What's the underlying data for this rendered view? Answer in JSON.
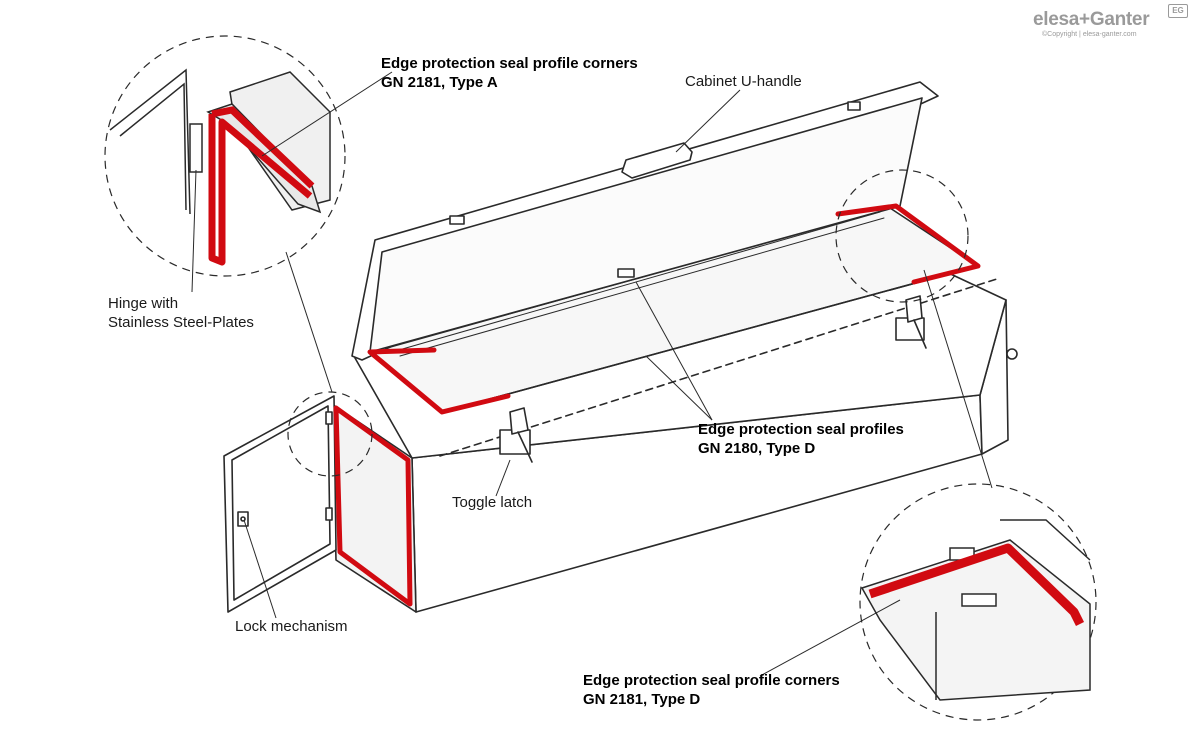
{
  "brand": {
    "name": "elesa+Ganter",
    "badge": "EG",
    "copyright": "©Copyright | elesa-ganter.com"
  },
  "labels": {
    "corners_a_line1": "Edge protection seal profile corners",
    "corners_a_line2": "GN 2181, Type A",
    "handle": "Cabinet U-handle",
    "hinge_line1": "Hinge with",
    "hinge_line2": "Stainless Steel-Plates",
    "profiles_line1": "Edge protection seal profiles",
    "profiles_line2": "GN 2180, Type D",
    "toggle": "Toggle latch",
    "lock": "Lock mechanism",
    "corners_d_line1": "Edge protection seal profile corners",
    "corners_d_line2": "GN 2181, Type D"
  },
  "colors": {
    "seal": "#d10a11",
    "line": "#2a2a2a",
    "panel": "#ffffff",
    "brand": "#9a9a9a"
  }
}
